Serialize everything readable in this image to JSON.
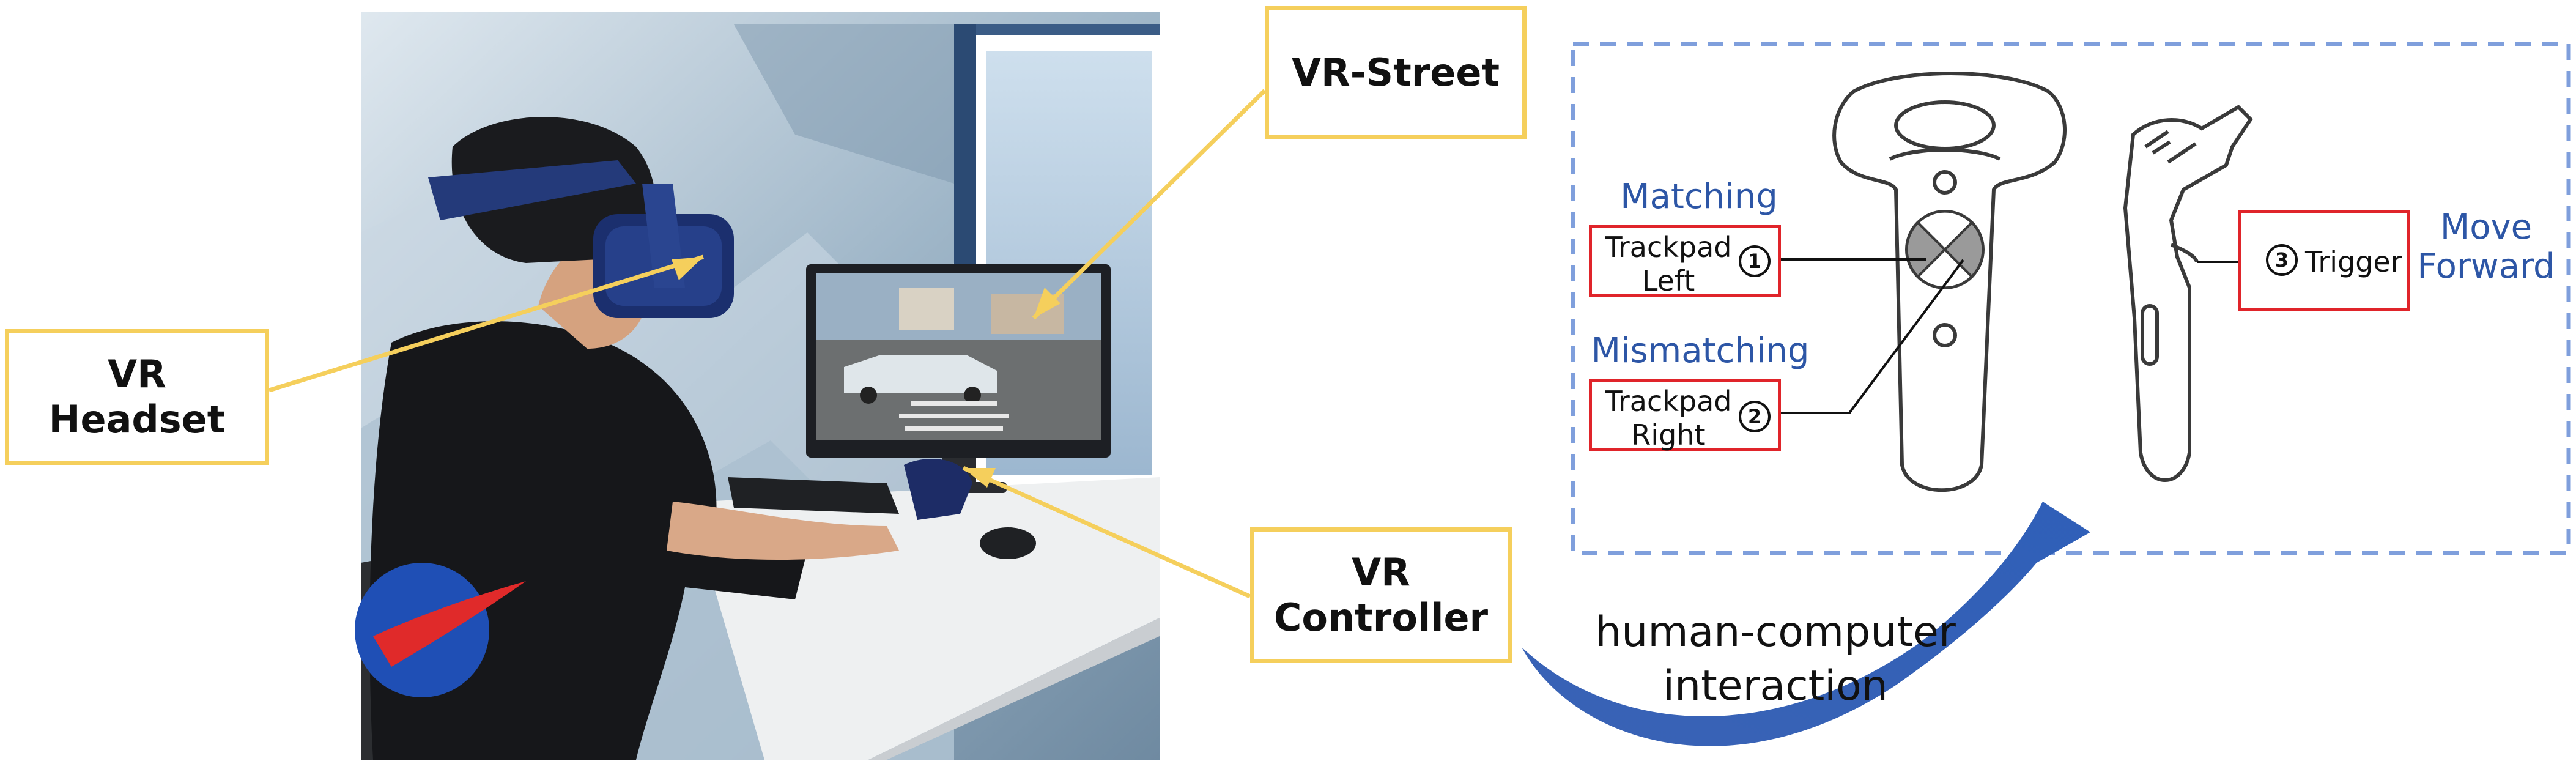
{
  "callouts": {
    "vr_headset_line1": "VR",
    "vr_headset_line2": "Headset",
    "vr_street": "VR-Street",
    "vr_controller_line1": "VR",
    "vr_controller_line2": "Controller"
  },
  "controller_diagram": {
    "matching": "Matching",
    "mismatching": "Mismatching",
    "move_forward_line1": "Move",
    "move_forward_line2": "Forward",
    "trackpad_left_line1": "Trackpad",
    "trackpad_left_line2": "Left",
    "trackpad_left_num": "1",
    "trackpad_right_line1": "Trackpad",
    "trackpad_right_line2": "Right",
    "trackpad_right_num": "2",
    "trigger": "Trigger",
    "trigger_num": "3"
  },
  "interaction": {
    "line1": "human-computer",
    "line2": "interaction"
  },
  "colors": {
    "callout_border": "#f5cf5c",
    "label_blue": "#2d56a6",
    "dashed_frame": "#7f9fdc",
    "red_box": "#e0242a",
    "arrow_blue": "#2f5fb8"
  }
}
